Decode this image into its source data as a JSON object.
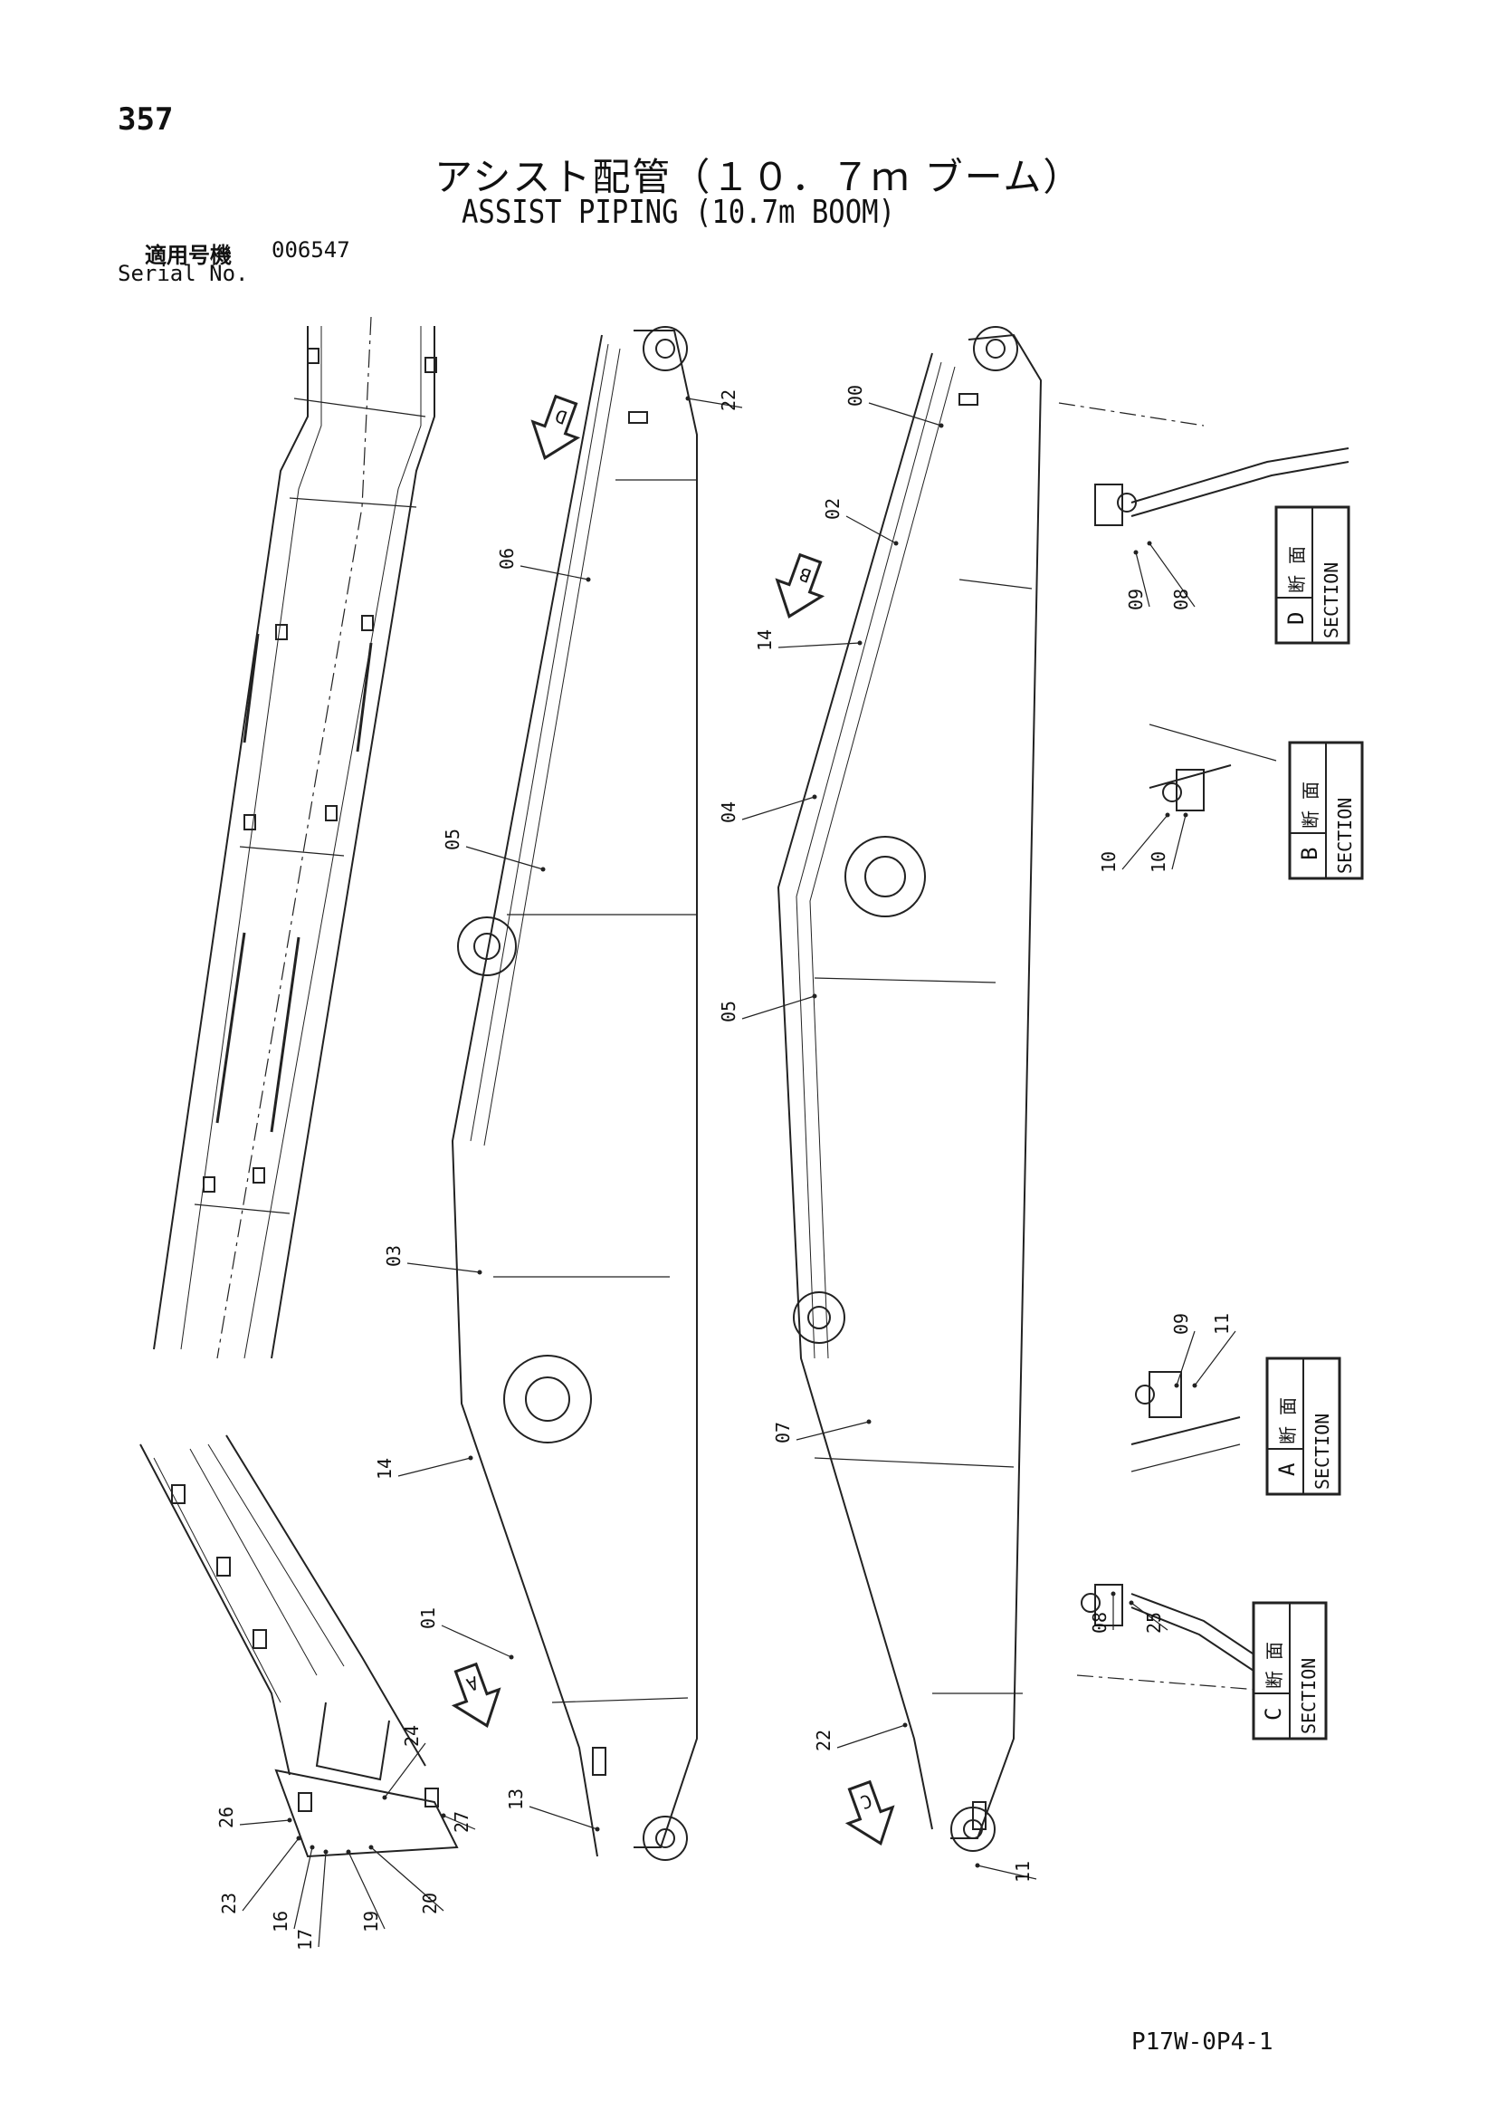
{
  "page": {
    "number": "357",
    "title_jp": "アシスト配管（１０．７ｍ ブーム）",
    "title_en": "ASSIST PIPING (10.7m BOOM)",
    "serial_label_jp": "適用号機",
    "serial_label_en": "Serial No.",
    "serial_number": "006547",
    "drawing_code": "P17W-0P4-1"
  },
  "sections": {
    "heading_jp": "断 面",
    "heading_en": "SECTION",
    "list": [
      "D",
      "B",
      "A",
      "C"
    ]
  },
  "view_arrows": [
    "D",
    "B",
    "A",
    "C"
  ],
  "part_labels": [
    "22",
    "06",
    "05",
    "03",
    "14",
    "01",
    "13",
    "00",
    "02",
    "14",
    "04",
    "05",
    "07",
    "22",
    "11",
    "09",
    "08",
    "10",
    "10",
    "09",
    "11",
    "08",
    "25",
    "24",
    "26",
    "23",
    "16",
    "17",
    "19",
    "20",
    "27"
  ]
}
